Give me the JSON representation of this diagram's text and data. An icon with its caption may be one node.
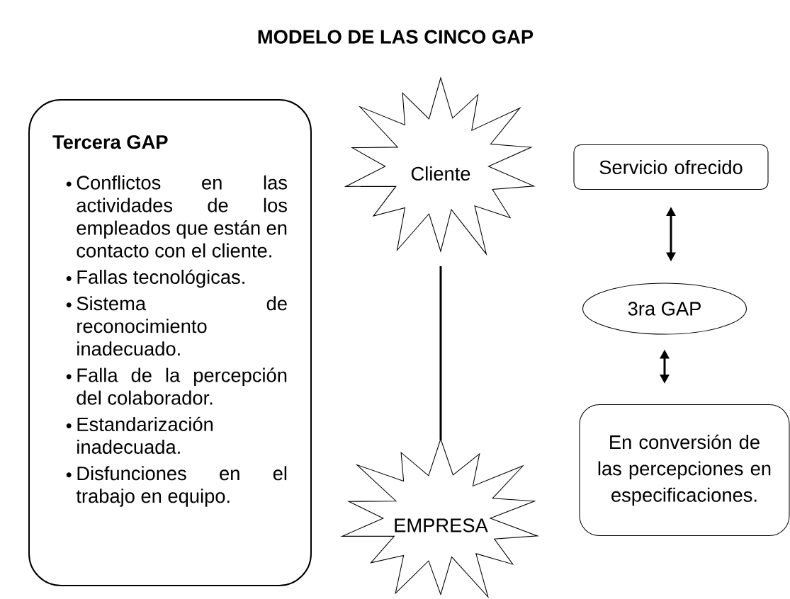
{
  "diagram": {
    "title": "MODELO DE LAS CINCO GAP",
    "nodes": [
      {
        "text": [
          "Tercera GAP",
          "Conflictos en las actividades de los empleados que están en contacto con el cliente.",
          "Fallas tecnológicas.",
          "Sistema de reconocimiento inadecuado.",
          "Falla de la percepción del colaborador.",
          "Estandarización inadecuada.",
          "Disfunciones en el trabajo en equipo."
        ]
      },
      {
        "text": [
          "Cliente"
        ]
      },
      {
        "text": [
          "Servicio ofrecido"
        ]
      },
      {
        "text": [
          "3ra GAP"
        ]
      },
      {
        "text": [
          "EMPRESA"
        ]
      },
      {
        "text": [
          "En conversión de las percepciones en especificaciones."
        ]
      }
    ],
    "edges": [
      {
        "from": 1,
        "to": 4,
        "arrow": "none"
      },
      {
        "from": 2,
        "to": 3,
        "arrow": "both"
      },
      {
        "from": 3,
        "to": 5,
        "arrow": "both"
      }
    ]
  }
}
